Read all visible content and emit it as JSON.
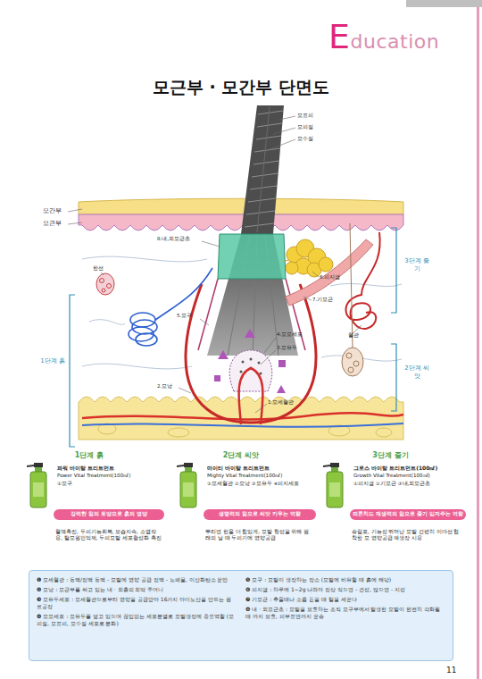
{
  "diagram": {
    "title": "모근부 · 모간부 단면도",
    "nodes": [
      {
        "text": [
          "강력한 힘의 토양으로 흙의 영양"
        ]
      },
      {
        "text": [
          "생명력의 힘으로 씨앗 키우는 역할"
        ]
      },
      {
        "text": [
          "피톤치드 재생력의 힘으로 줄기 입자주는 역할"
        ]
      },
      {
        "text": [
          "❶ 모세혈관 : 동맥/정맥 동맥 - 모발에 영양 공급 정맥 - 노폐물, 이산화탄소 운반",
          "❷ 모낭 : 모근부를 싸고 있는 내 · 외층의 외막 주머니",
          "❸ 모유두세포 : 모세혈관으로부터 영양을 공급받아 16가지 아미노산을 만드는 원료공장",
          "❹ 모모세포 : 모유두를 덮고 있으며 끊임없는 세포분열로 모발생장에 중요역할 (모피질, 모표피, 모수질 세포로 분화)",
          "❺ 모구 : 모발이 생장하는 장소 (모발에 비유할 때 흙에 해당)",
          "❻ 피지샘 : 하루에 1~2g 나와야 정상 적으면 - 건성, 많으면 - 지성",
          "❼ 기모근 : 추울때나 소름 돋을 때 털을 세운다",
          "❽ 내 · 외모근초 : 모발을 보호하는 조직 모구부에서 발생한 모발이 완전히 각화될 때 까지 보호, 피부표면까지 운송"
        ]
      }
    ],
    "labels": [
      "Education",
      "모표피",
      "모피질",
      "모수질",
      "모간부",
      "모근부",
      "8.내,외모근초",
      "6.피지샘",
      "7.기모근",
      "한선",
      "5.모구",
      "4.모모세포",
      "3.모유두",
      "2.모낭",
      "1.모세혈관",
      "혈관",
      "1단계 흙",
      "3단계 줄기",
      "2단계 씨앗",
      "1단계 흙",
      "파워 바이탈 트리트먼트",
      "Power Vital Treatment(100㎖)",
      "①모구",
      "혈액촉진, 두피기능회복, 보습지속, 소염작용, 탈모원인억제, 두피모발 세포활성화 촉진",
      "2단계 씨앗",
      "마이티 바이탈 트리트먼트",
      "Mighty Vital Treatment(100㎖)",
      "①모세혈관 ②모낭 ③모유두 ④피지세포",
      "뿌리면 한올 더 힘있게, 모발 형성을 위해 원래의 날 때 두피기에 영양공급",
      "3단계 줄기",
      "그로스 바이탈 트리트먼트(100㎖)",
      "Growth Vital Treatment(100㎖)",
      "①피지샘 ②기모근 ③내,외모근초",
      "송림포, 기능성 뛰어난 모발 간편히 이마선 협착한 모 영양공급 재생장 시용",
      "11"
    ]
  }
}
